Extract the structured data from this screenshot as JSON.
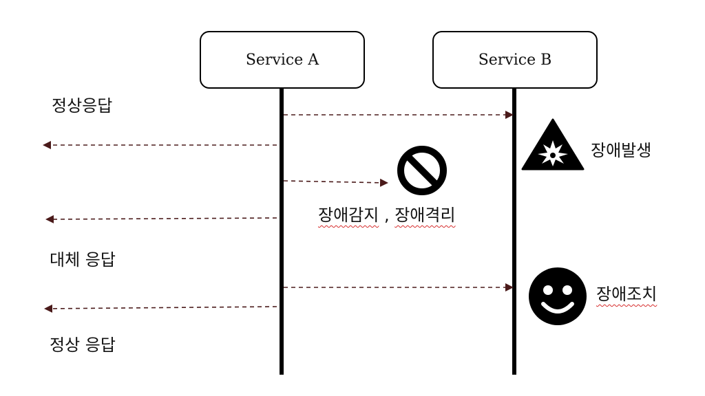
{
  "actors": {
    "service_a": "Service A",
    "service_b": "Service B"
  },
  "labels": {
    "normal_response_1": "정상응답",
    "failure_occurred": "장애발생",
    "detect_isolate_detect": "장애감지",
    "detect_isolate_sep": " , ",
    "detect_isolate_isolate": "장애격리",
    "fallback_response": "대체 응답",
    "failure_fixed": "장애조치",
    "normal_response_2": "정상 응답"
  },
  "icons": {
    "warning": "warning-explosion-icon",
    "blocked": "no-entry-icon",
    "smile": "smiley-face-icon"
  },
  "colors": {
    "arrow": "#4a1a1a",
    "spellcheck_underline": "#d62b2b"
  }
}
